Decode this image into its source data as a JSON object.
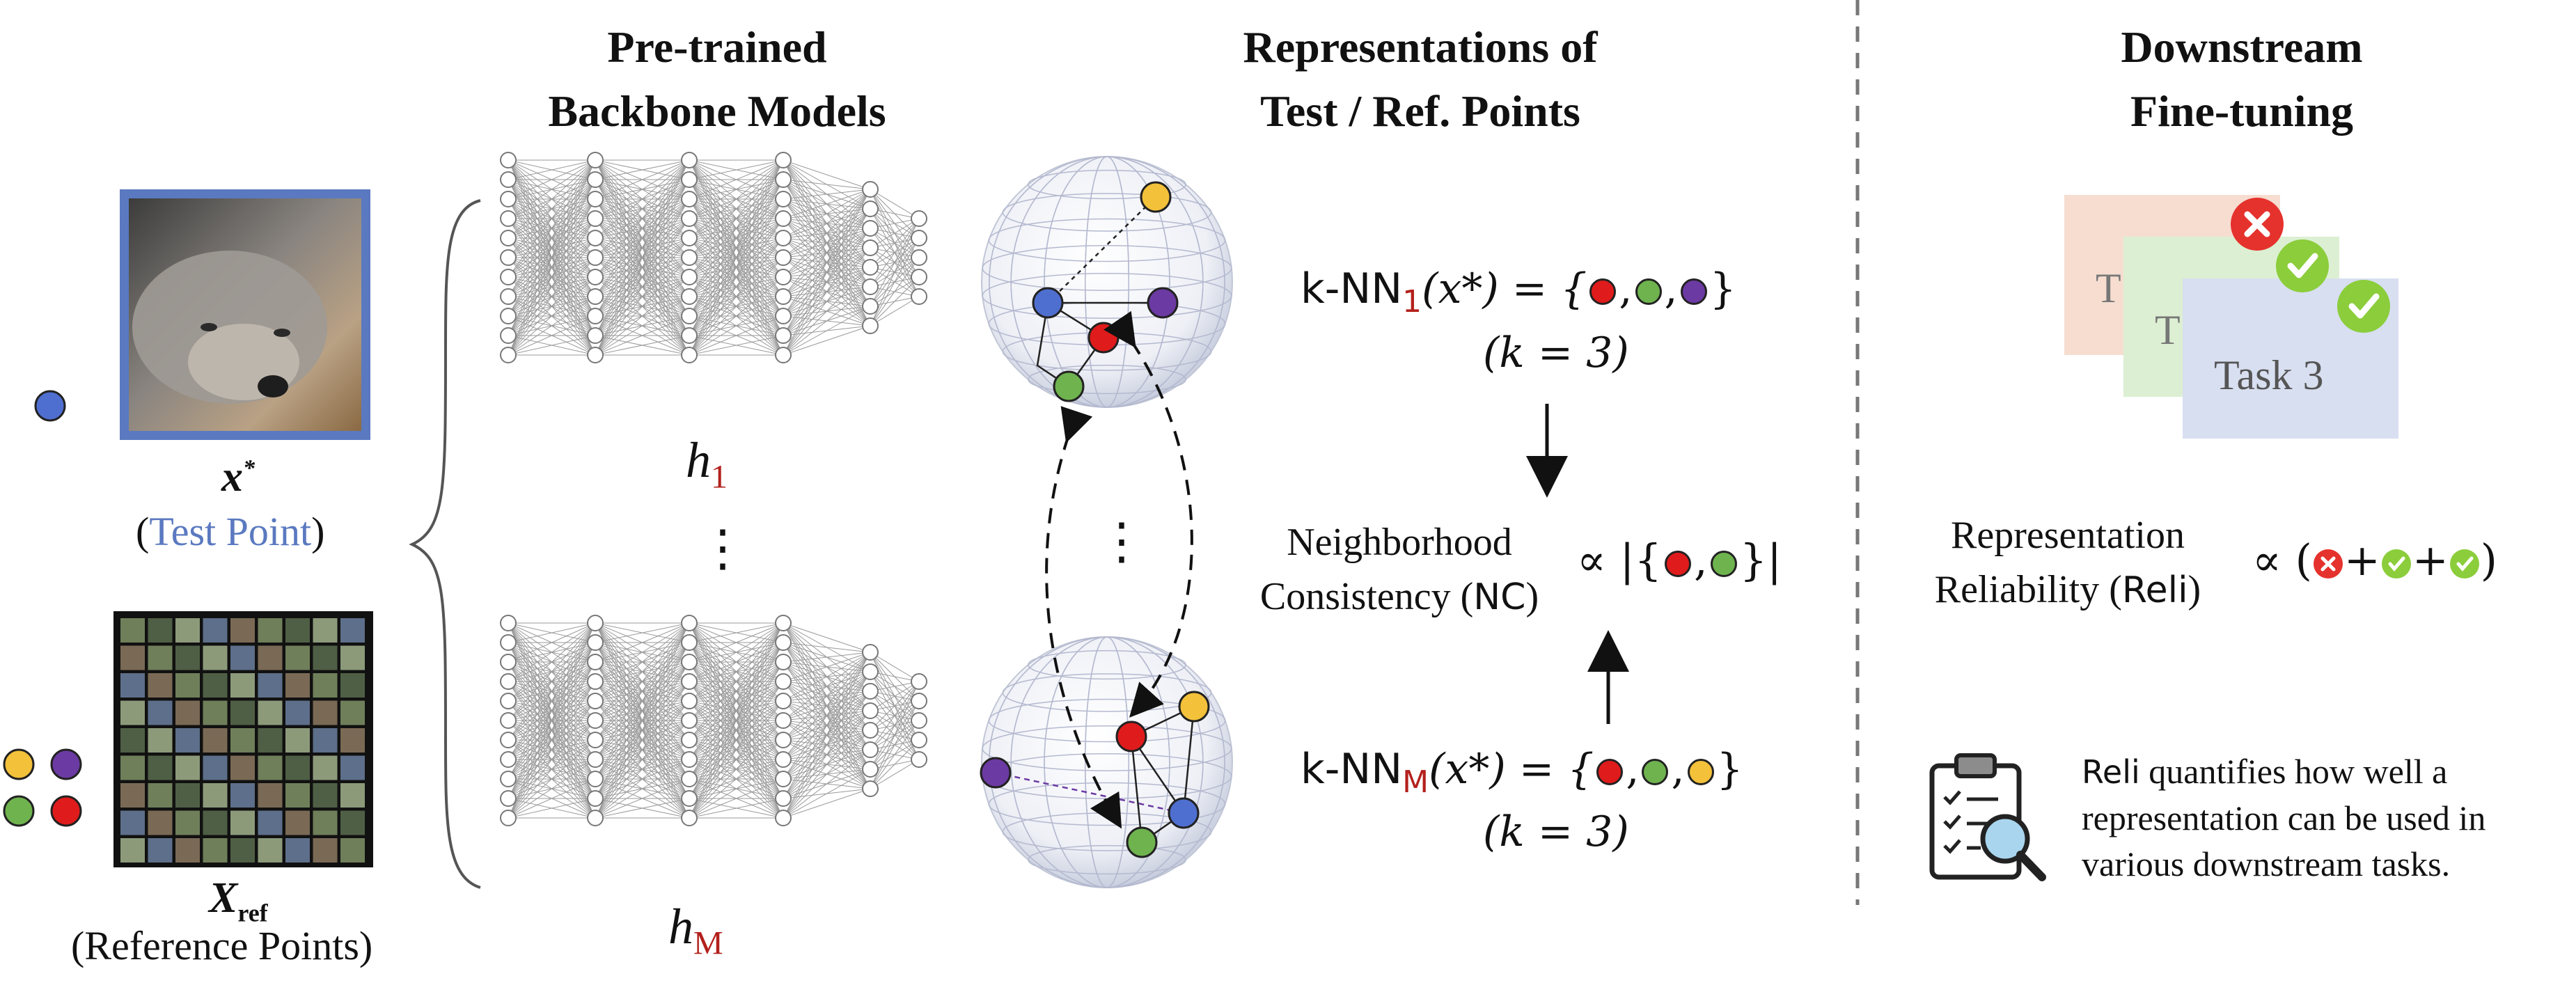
{
  "headers": {
    "backbone_line1": "Pre-trained",
    "backbone_line2": "Backbone Models",
    "repr_line1": "Representations of",
    "repr_line2": "Test / Ref. Points",
    "down_line1": "Downstream",
    "down_line2": "Fine-tuning"
  },
  "inputs": {
    "test_symbol": "x",
    "test_sup": "*",
    "test_open": "(",
    "test_label": "Test Point",
    "test_close": ")",
    "ref_symbol": "X",
    "ref_sub": "ref",
    "ref_label": "(Reference Points)"
  },
  "models": {
    "h1_base": "h",
    "h1_sub": "1",
    "hM_base": "h",
    "hM_sub": "M",
    "vdots": "⋮"
  },
  "knn": {
    "prefix": "k-NN",
    "sub1": "1",
    "subM": "M",
    "arg": "(x*) = {",
    "comma": ",",
    "close": "}",
    "k_eq": "(k = 3)"
  },
  "nc": {
    "line1": "Neighborhood",
    "line2_pre": "Consistency (",
    "line2_abbr": "NC",
    "line2_post": ")",
    "prop": "∝ |{",
    "prop_close": "}|"
  },
  "tasks": {
    "task1": "T",
    "task2": "T",
    "task3": "Task 3"
  },
  "reli": {
    "line1": "Representation",
    "line2_pre": "Reliability (",
    "line2_abbr": "Reli",
    "line2_post": ")",
    "formula_open": "∝ (",
    "plus": "+",
    "formula_close": ")",
    "desc_abbr": "Reli",
    "desc1": " quantifies how well a",
    "desc2": "representation can be used in",
    "desc3": "various downstream tasks."
  },
  "colors": {
    "blue": "#4f6fd0",
    "red": "#e01b1b",
    "green": "#6fb34f",
    "purple": "#6c3aa3",
    "yellow": "#f3c13a",
    "badge_red": "#e5322d",
    "badge_green": "#8bcd3b",
    "card1": "#f6ddd0",
    "card2": "#dcefd2",
    "card3": "#d8dff0",
    "frame_blue": "#5a79c0"
  },
  "icons": [
    "dog-photo",
    "image-grid",
    "neural-network",
    "hypersphere",
    "x-badge-icon",
    "check-badge-icon",
    "clipboard-magnifier-icon"
  ]
}
